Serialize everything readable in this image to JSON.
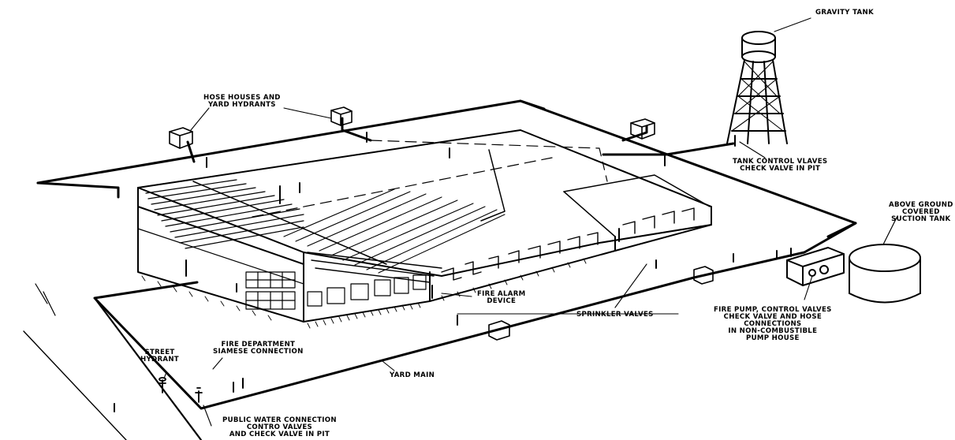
{
  "labels": {
    "gravity_tank": [
      "GRAVITY TANK"
    ],
    "hose_houses": [
      "HOSE HOUSES AND",
      "YARD HYDRANTS"
    ],
    "tank_control": [
      "TANK CONTROL VLAVES",
      "CHECK VALVE IN PIT"
    ],
    "suction_tank": [
      "ABOVE GROUND",
      "COVERED",
      "SUCTION TANK"
    ],
    "fire_alarm": [
      "FIRE ALARM",
      "DEVICE"
    ],
    "sprinkler_valves": [
      "SPRINKLER VALVES"
    ],
    "fire_pump": [
      "FIRE PUMP, CONTROL VALVES",
      "CHECK VALVE AND HOSE",
      "CONNECTIONS",
      "IN NON-COMBUSTIBLE",
      "PUMP HOUSE"
    ],
    "street_hydrant": [
      "STREET",
      "HYDRANT"
    ],
    "siamese": [
      "FIRE DEPARTMENT",
      "SIAMESE CONNECTION"
    ],
    "yard_main": [
      "YARD MAIN"
    ],
    "public_water": [
      "PUBLIC WATER CONNECTION",
      "CONTRO VALVES",
      "AND CHECK VALVE IN PIT"
    ]
  },
  "colors": {
    "ink": "#000000",
    "paper": "#ffffff"
  }
}
